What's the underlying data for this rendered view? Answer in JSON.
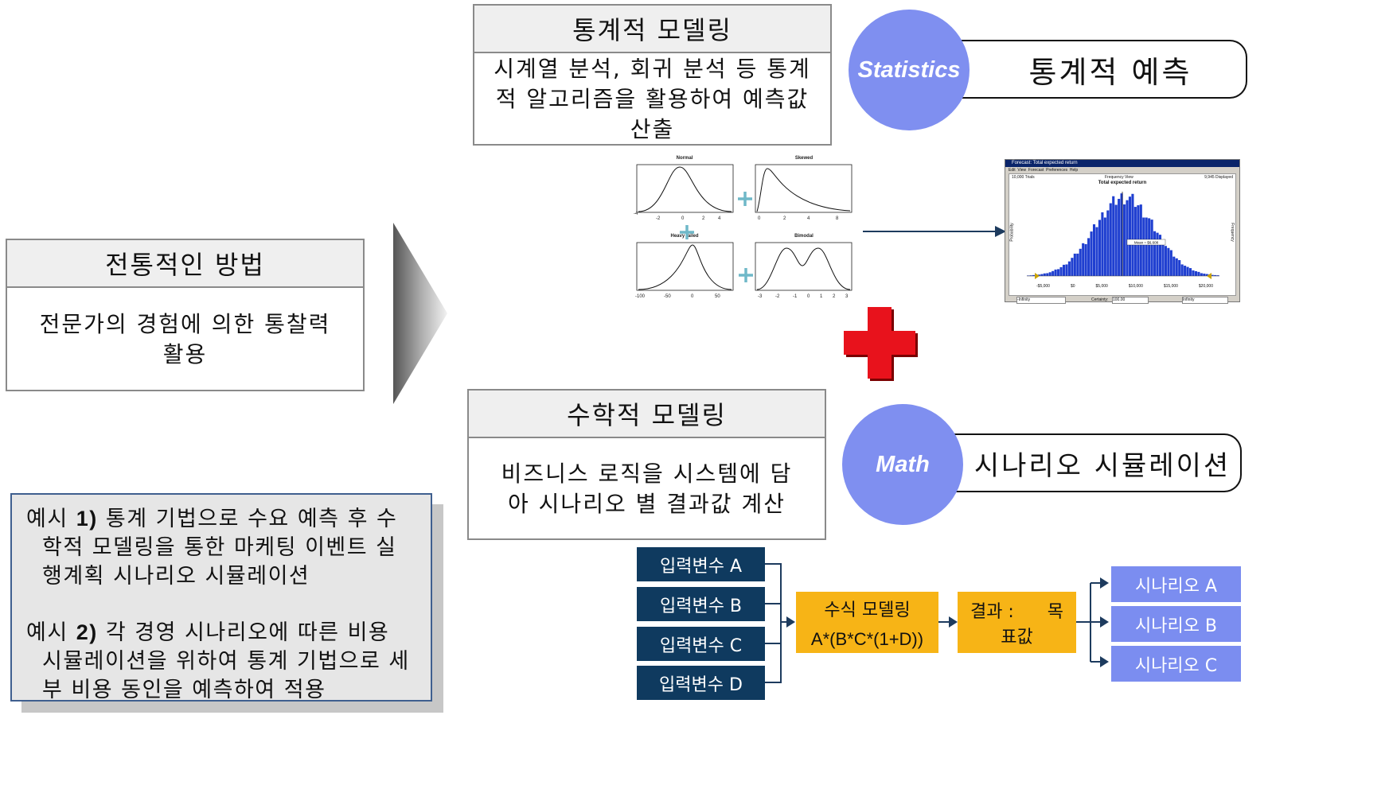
{
  "traditional": {
    "title": "전통적인 방법",
    "body": "전문가의 경험에 의한 통찰력 활용"
  },
  "statistical": {
    "title": "통계적 모델링",
    "body": "시계열 분석, 회귀 분석 등 통계적 알고리즘을 활용하여 예측값 산출",
    "circle_label": "Statistics",
    "pill_label": "통계적 예측",
    "distributions": [
      "Normal",
      "Skewed",
      "Heavy tailed",
      "Bimodal"
    ],
    "forecast_window": {
      "title": "Forecast: Total expected return",
      "menu": "Edit  View  Forecast  Preferences  Help",
      "trials": "10,000 Trials",
      "view": "Frequency View",
      "displayed": "9,945 Displayed",
      "chart_title": "Total expected return",
      "ylabel_left": "Probability",
      "ylabel_right": "Frequency",
      "mean_label": "Mean = $6,608",
      "x_ticks": [
        "-$5,000",
        "$0",
        "$5,000",
        "$10,000",
        "$15,000",
        "$20,000"
      ],
      "certainty_label": "Certainty:",
      "certainty_value": "100.00",
      "lower": "-Infinity",
      "upper": "Infinity"
    }
  },
  "math": {
    "title": "수학적 모델링",
    "body": "비즈니스 로직을 시스템에 담아 시나리오 별 결과값 계산",
    "circle_label": "Math",
    "pill_label": "시나리오 시뮬레이션",
    "inputs": [
      "입력변수 A",
      "입력변수 B",
      "입력변수 C",
      "입력변수 D"
    ],
    "formula_title": "수식 모델링",
    "formula": "A*(B*C*(1+D))",
    "result_line1": "결과 :      목",
    "result_line2": "표값",
    "scenarios": [
      "시나리오 A",
      "시나리오 B",
      "시나리오 C"
    ]
  },
  "examples": {
    "e1_prefix": "예시 ",
    "e1_num": "1)",
    "e1_text": " 통계 기법으로 수요 예측 후 수학적 모델링을 통한 마케팅 이벤트 실행계획 시나리오 시뮬레이션",
    "e2_prefix": "예시 ",
    "e2_num": "2)",
    "e2_text": " 각 경영 시나리오에 따른 비용 시뮬레이션을 위하여 통계 기법으로 세부 비용 동인을 예측하여 적용"
  },
  "colors": {
    "circle": "#7f8ff0",
    "var_box": "#0f3a5f",
    "formula_box": "#f7b416",
    "scenario_box": "#7b8df0",
    "plus": "#e8121c",
    "teal_plus": "#6fb8c8"
  }
}
